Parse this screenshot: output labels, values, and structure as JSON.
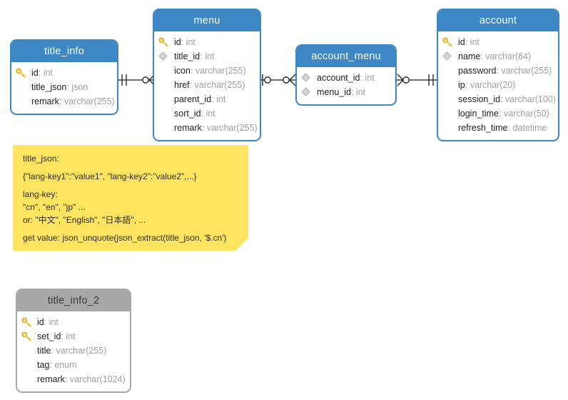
{
  "diagram": {
    "title": "Database ER Diagram",
    "background": "#ffffff",
    "accent_blue": "#3c87c4",
    "accent_gray": "#a8a8a8",
    "note_yellow": "#ffe55f",
    "key_icon_color": "#f2c230",
    "diamond_icon_color": "#c9c9c9"
  },
  "entities": [
    {
      "id": "title_info",
      "name": "title_info",
      "style": "blue",
      "fields": [
        {
          "marker": "key-icon",
          "name": "id",
          "type": "int"
        },
        {
          "marker": "none",
          "name": "title_json",
          "type": "json"
        },
        {
          "marker": "none",
          "name": "remark",
          "type": "varchar(255)"
        }
      ]
    },
    {
      "id": "menu",
      "name": "menu",
      "style": "blue",
      "fields": [
        {
          "marker": "key-icon",
          "name": "id",
          "type": "int"
        },
        {
          "marker": "diamond-icon",
          "name": "title_id",
          "type": "int"
        },
        {
          "marker": "none",
          "name": "icon",
          "type": "varchar(255)"
        },
        {
          "marker": "none",
          "name": "href",
          "type": "varchar(255)"
        },
        {
          "marker": "none",
          "name": "parent_id",
          "type": "int"
        },
        {
          "marker": "none",
          "name": "sort_id",
          "type": "int"
        },
        {
          "marker": "none",
          "name": "remark",
          "type": "varchar(255)"
        }
      ]
    },
    {
      "id": "account_menu",
      "name": "account_menu",
      "style": "blue",
      "fields": [
        {
          "marker": "diamond-icon",
          "name": "account_id",
          "type": "int"
        },
        {
          "marker": "diamond-icon",
          "name": "menu_id",
          "type": "int"
        }
      ]
    },
    {
      "id": "account",
      "name": "account",
      "style": "blue",
      "fields": [
        {
          "marker": "key-icon",
          "name": "id",
          "type": "int"
        },
        {
          "marker": "diamond-icon",
          "name": "name",
          "type": "varchar(64)"
        },
        {
          "marker": "none",
          "name": "password",
          "type": "varchar(255)"
        },
        {
          "marker": "none",
          "name": "ip",
          "type": "varchar(20)"
        },
        {
          "marker": "none",
          "name": "session_id",
          "type": "varchar(100)"
        },
        {
          "marker": "none",
          "name": "login_time",
          "type": "varchar(50)"
        },
        {
          "marker": "none",
          "name": "refresh_time",
          "type": "datetime"
        }
      ]
    },
    {
      "id": "title_info_2",
      "name": "title_info_2",
      "style": "gray",
      "fields": [
        {
          "marker": "key-icon",
          "name": "id",
          "type": "int"
        },
        {
          "marker": "key-icon",
          "name": "set_id",
          "type": "int"
        },
        {
          "marker": "none",
          "name": "title",
          "type": "varchar(255)"
        },
        {
          "marker": "none",
          "name": "tag",
          "type": "enum"
        },
        {
          "marker": "none",
          "name": "remark",
          "type": "varchar(1024)"
        }
      ]
    }
  ],
  "relationships": [
    {
      "id": "title_info-menu",
      "from": "title_info",
      "to": "menu",
      "from_cardinality": "one-and-only-one",
      "to_cardinality": "zero-or-many"
    },
    {
      "id": "menu-account_menu",
      "from": "menu",
      "to": "account_menu",
      "from_cardinality": "zero-or-one",
      "to_cardinality": "zero-or-many"
    },
    {
      "id": "account_menu-account",
      "from": "account_menu",
      "to": "account",
      "from_cardinality": "zero-or-many",
      "to_cardinality": "one-and-only-one"
    }
  ],
  "note": {
    "id": "title_json-note",
    "lines": [
      {
        "text": "title_json:",
        "tight": false
      },
      {
        "text": "{\"lang-key1\":\"value1\", \"lang-key2\":\"value2\",...}",
        "tight": false
      },
      {
        "text": "lang-key:",
        "tight": true
      },
      {
        "text": "\"cn\", \"en\", \"jp\" ...",
        "tight": true
      },
      {
        "text": "or: \"中文\", \"English\", \"日本語\", ...",
        "tight": false
      },
      {
        "text": "get value: json_unquote(json_extract(title_json, '$.cn')",
        "tight": false
      }
    ]
  }
}
